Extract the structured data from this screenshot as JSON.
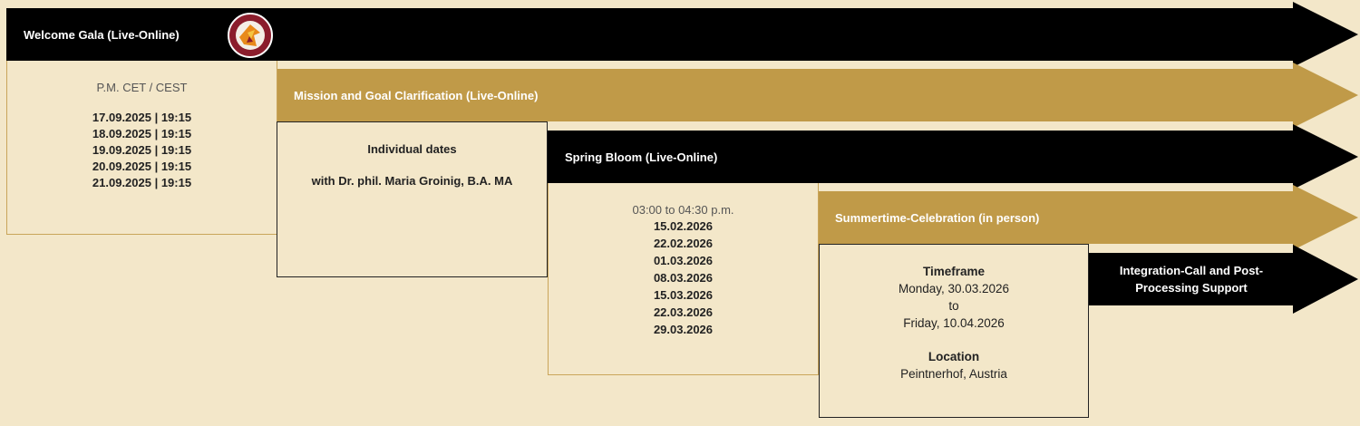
{
  "phases": [
    {
      "title": "Welcome Gala (Live-Online)",
      "color": "#000000",
      "details": {
        "subtitle": "P.M. CET / CEST",
        "dates": [
          "17.09.2025 | 19:15",
          "18.09.2025 | 19:15",
          "19.09.2025 | 19:15",
          "20.09.2025 | 19:15",
          "21.09.2025 | 19:15"
        ]
      }
    },
    {
      "title": "Mission and Goal Clarification (Live-Online)",
      "color": "#c09a48",
      "details": {
        "heading": "Individual dates",
        "with": "with Dr. phil. Maria Groinig, B.A. MA"
      }
    },
    {
      "title": "Spring Bloom (Live-Online)",
      "color": "#000000",
      "details": {
        "subtitle": "03:00 to 04:30 p.m.",
        "dates": [
          "15.02.2026",
          "22.02.2026",
          "01.03.2026",
          "08.03.2026",
          "15.03.2026",
          "22.03.2026",
          "29.03.2026"
        ]
      }
    },
    {
      "title": "Summertime-Celebration (in person)",
      "color": "#c09a48",
      "details": {
        "timeframe_label": "Timeframe",
        "start": "Monday, 30.03.2026",
        "to": "to",
        "end": "Friday, 10.04.2026",
        "location_label": "Location",
        "location": "Peintnerhof, Austria"
      }
    },
    {
      "title_line1": "Integration-Call and Post-",
      "title_line2": "Processing Support",
      "color": "#000000"
    }
  ],
  "logo": {
    "icon": "seal-logo-icon",
    "colors": [
      "#8b1d2c",
      "#e88a1a",
      "#f5c542"
    ]
  }
}
